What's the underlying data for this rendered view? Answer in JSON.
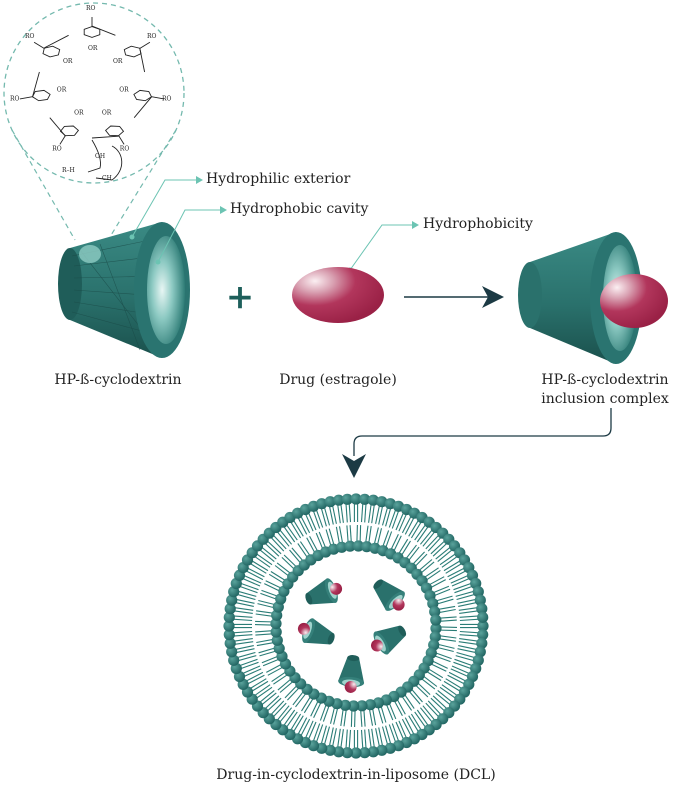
{
  "labels": {
    "hydrophilic": "Hydrophilic exterior",
    "hydrophobic_cavity": "Hydrophobic cavity",
    "hydrophobicity": "Hydrophobicity",
    "cyclodextrin": "HP-ß-cyclodextrin",
    "drug": "Drug (estragole)",
    "complex_line1": "HP-ß-cyclodextrin",
    "complex_line2": "inclusion complex",
    "dcl": "Drug-in-cyclodextrin-in-liposome (DCL)"
  },
  "operator": "+",
  "structure_text": {
    "ro": "RO",
    "or": "OR",
    "oh": "OH",
    "rh": "R–H",
    "ch": "CH"
  },
  "colors": {
    "teal_dark": "#1e5f5b",
    "teal": "#2e7d78",
    "teal_light": "#7fc3bd",
    "drug": "#a8294e",
    "drug_highlight": "#f3dfe4",
    "leader": "#6cc4b3",
    "arrow": "#1c3a44",
    "dash": "#74b9ae"
  }
}
